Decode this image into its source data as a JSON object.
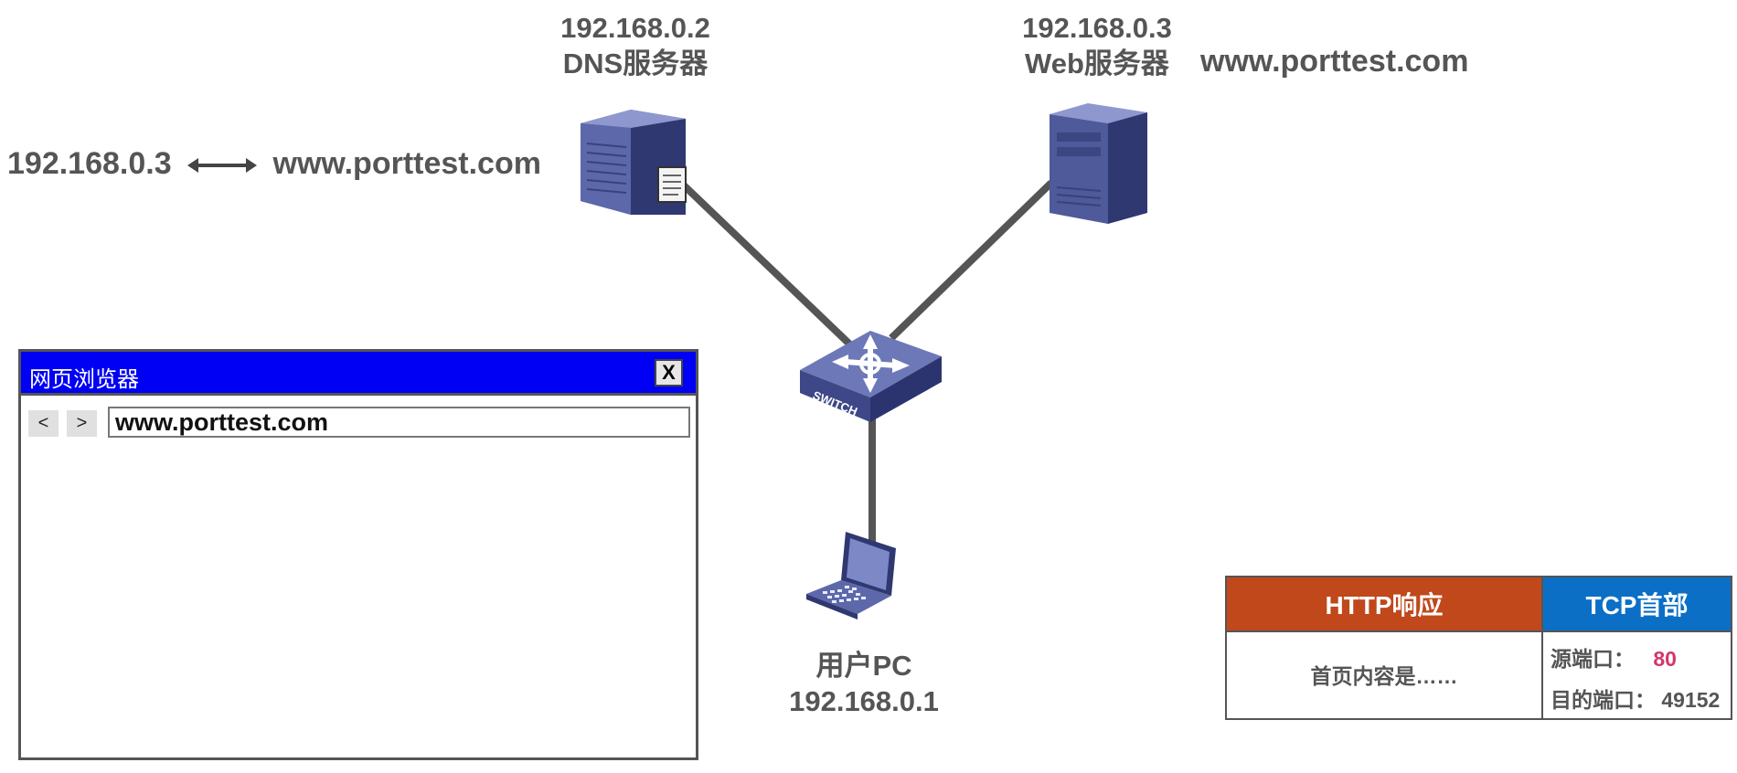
{
  "dns_server": {
    "ip": "192.168.0.2",
    "name": "DNS服务器"
  },
  "web_server": {
    "ip": "192.168.0.3",
    "name": "Web服务器",
    "domain": "www.porttest.com"
  },
  "dns_mapping": {
    "ip": "192.168.0.3",
    "domain": "www.porttest.com"
  },
  "switch": {
    "label": "SWITCH"
  },
  "user_pc": {
    "name": "用户PC",
    "ip": "192.168.0.1"
  },
  "browser": {
    "title": "网页浏览器",
    "close_label": "X",
    "back_label": "<",
    "forward_label": ">",
    "address": "www.porttest.com"
  },
  "packet": {
    "http_header": "HTTP响应",
    "http_body": "首页内容是……",
    "tcp_header": "TCP首部",
    "src_port_label": "源端口：",
    "src_port": "80",
    "dst_port_label": "目的端口：",
    "dst_port": "49152"
  },
  "colors": {
    "http_header": "#c0481b",
    "tcp_header": "#0b6fc6",
    "src_port": "#d4376a",
    "device": "#4e5a9a",
    "link": "#555555"
  }
}
